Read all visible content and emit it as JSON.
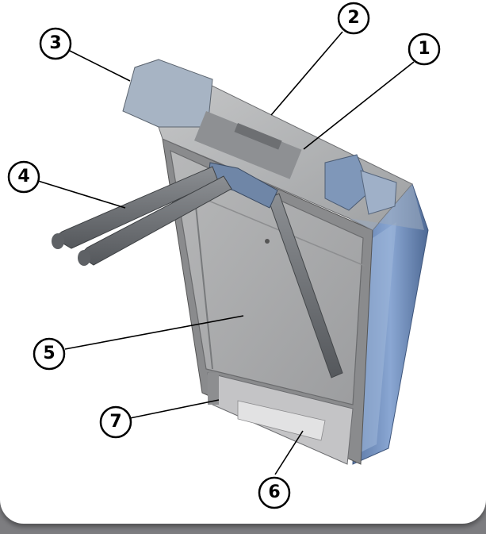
{
  "callouts": [
    {
      "id": "1",
      "label": "1"
    },
    {
      "id": "2",
      "label": "2"
    },
    {
      "id": "3",
      "label": "3"
    },
    {
      "id": "4",
      "label": "4"
    },
    {
      "id": "5",
      "label": "5"
    },
    {
      "id": "6",
      "label": "6"
    },
    {
      "id": "7",
      "label": "7"
    }
  ],
  "colors": {
    "background": "#ffffff",
    "frame": "#7d7d80",
    "side_blue": "#6f8fbd",
    "panel_gray": "#a9a9aa",
    "arm_gray": "#6e7175"
  },
  "parts": [
    "turnstile-body",
    "top-cover",
    "arms",
    "front-panel",
    "base-plate"
  ]
}
